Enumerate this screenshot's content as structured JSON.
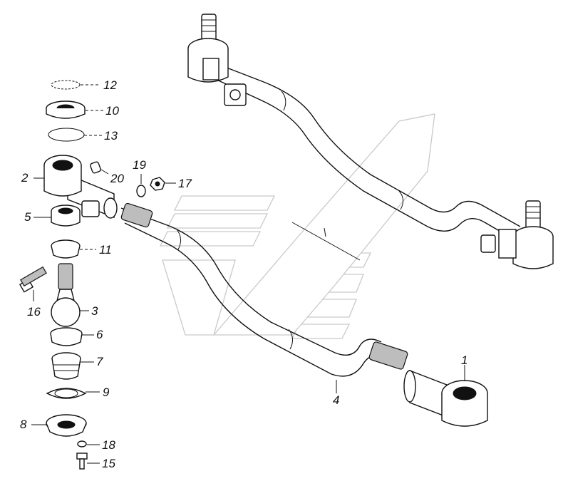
{
  "callouts": [
    {
      "id": "c1",
      "label": "1"
    },
    {
      "id": "c2",
      "label": "2"
    },
    {
      "id": "c3",
      "label": "3"
    },
    {
      "id": "c4",
      "label": "4"
    },
    {
      "id": "c5",
      "label": "5"
    },
    {
      "id": "c6",
      "label": "6"
    },
    {
      "id": "c7",
      "label": "7"
    },
    {
      "id": "c8",
      "label": "8"
    },
    {
      "id": "c9",
      "label": "9"
    },
    {
      "id": "c10",
      "label": "10"
    },
    {
      "id": "c11",
      "label": "11"
    },
    {
      "id": "c12",
      "label": "12"
    },
    {
      "id": "c13",
      "label": "13"
    },
    {
      "id": "c15",
      "label": "15"
    },
    {
      "id": "c16",
      "label": "16"
    },
    {
      "id": "c17",
      "label": "17"
    },
    {
      "id": "c18",
      "label": "18"
    },
    {
      "id": "c19",
      "label": "19"
    },
    {
      "id": "c20",
      "label": "20"
    }
  ]
}
